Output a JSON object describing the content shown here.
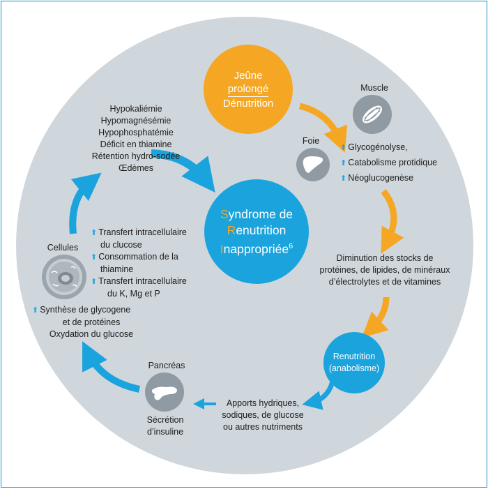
{
  "colors": {
    "border": "#1a8fc4",
    "background_disc": "#cfd6dc",
    "orange": "#f5a623",
    "blue": "#1aa3dd",
    "grey_icon": "#8f9aa3",
    "arrow_up": "#2aa5dc"
  },
  "start_node": {
    "line1": "Jeûne",
    "line2": "prolongé",
    "line3": "Dénutrition"
  },
  "center": {
    "line1_initial": "S",
    "line1_rest": "yndrome de",
    "line2_initial": "R",
    "line2_rest": "enutrition",
    "line3_initial": "I",
    "line3_rest": "nappropriée",
    "superscript": "6"
  },
  "muscle": {
    "label": "Muscle",
    "icon": "muscle-icon"
  },
  "foie": {
    "label": "Foie",
    "icon": "liver-icon"
  },
  "metabolism": [
    "Glycogénolyse,",
    "Catabolisme protidique",
    "Néoglucogenèse"
  ],
  "stocks": [
    "Diminution des stocks de",
    "protéines, de lipides, de minéraux",
    "d’électrolytes et de vitamines"
  ],
  "renutrition": {
    "line1": "Renutrition",
    "line2": "(anabolisme)"
  },
  "apports": [
    "Apports hydriques,",
    "sodiques, de glucose",
    "ou autres nutriments"
  ],
  "pancreas": {
    "label": "Pancréas",
    "icon": "pancreas-icon",
    "sub1": "Sécrétion",
    "sub2": "d’insuline"
  },
  "cellules": {
    "label": "Cellules",
    "icon": "cell-icon",
    "items": [
      "Transfert intracellulaire",
      "du clucose",
      "Consommation de la",
      "thiamine",
      "Transfert intracellulaire",
      "du K, Mg et P"
    ],
    "bottom": [
      "Synthèse de glycogene",
      "et de protéines",
      "Oxydation du glucose"
    ]
  },
  "symptoms": [
    "Hypokaliémie",
    "Hypomagnésémie",
    "Hypophosphatémie",
    "Déficit en thiamine",
    "Rétention hydro-sodée",
    "Œdèmes"
  ],
  "up_arrow_glyph": "⬆"
}
